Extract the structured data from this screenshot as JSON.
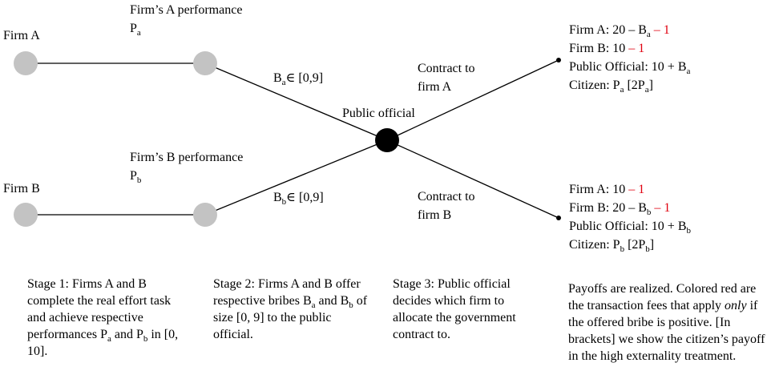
{
  "colors": {
    "node": "#c3c3c3",
    "official_node": "#000000",
    "fee": "#e0000f",
    "line": "#000000"
  },
  "labels": {
    "firm_a": "Firm A",
    "firm_b": "Firm B",
    "perf_a_title": "Firm’s A performance",
    "perf_a_sym": "P",
    "perf_a_sub": "a",
    "perf_b_title": "Firm’s B  performance",
    "perf_b_sym": "P",
    "perf_b_sub": "b",
    "bribe_a_sym": "B",
    "bribe_a_sub": "a",
    "bribe_a_range": "∈ [0,9]",
    "bribe_b_sym": "B",
    "bribe_b_sub": "b",
    "bribe_b_range": "∈ [0,9]",
    "public_official": "Public official",
    "contract_a_1": "Contract to",
    "contract_a_2": "firm A",
    "contract_b_1": "Contract to",
    "contract_b_2": "firm B"
  },
  "payoffs_a": {
    "firm_a_pre": "Firm A: 20 – B",
    "firm_a_sub": "a",
    "firm_a_fee": " – 1",
    "firm_b_pre": "Firm B: 10",
    "firm_b_fee": " – 1",
    "official_pre": "Public Official: 10 + B",
    "official_sub": "a",
    "citizen_pre": "Citizen: P",
    "citizen_sub": "a",
    "citizen_mid": " [2P",
    "citizen_sub2": "a",
    "citizen_end": "]"
  },
  "payoffs_b": {
    "firm_a_pre": "Firm A: 10",
    "firm_a_fee": " – 1",
    "firm_b_pre": "Firm B: 20 – B",
    "firm_b_sub": "b",
    "firm_b_fee": " – 1",
    "official_pre": "Public Official: 10 + B",
    "official_sub": "b",
    "citizen_pre": "Citizen: P",
    "citizen_sub": "b",
    "citizen_mid": " [2P",
    "citizen_sub2": "b",
    "citizen_end": "]"
  },
  "stage1": {
    "text1": "Stage 1: Firms A and B complete the real effort task and achieve respective performances P",
    "sub1": "a",
    "text2": " and P",
    "sub2": "b",
    "text3": " in [0, 10]."
  },
  "stage2": {
    "text1": "Stage 2: Firms A and B offer respective bribes B",
    "sub1": "a",
    "text2": " and B",
    "sub2": "b",
    "text3": " of size [0, 9] to the public official."
  },
  "stage3": {
    "text": "Stage 3: Public official decides which firm to allocate the government contract to."
  },
  "stage4": {
    "text1": "Payoffs are realized. Colored red are the transaction fees that apply ",
    "em": "only",
    "text2": " if the offered bribe is positive. [In brackets] we show the citizen’s payoff in the high externality treatment."
  }
}
